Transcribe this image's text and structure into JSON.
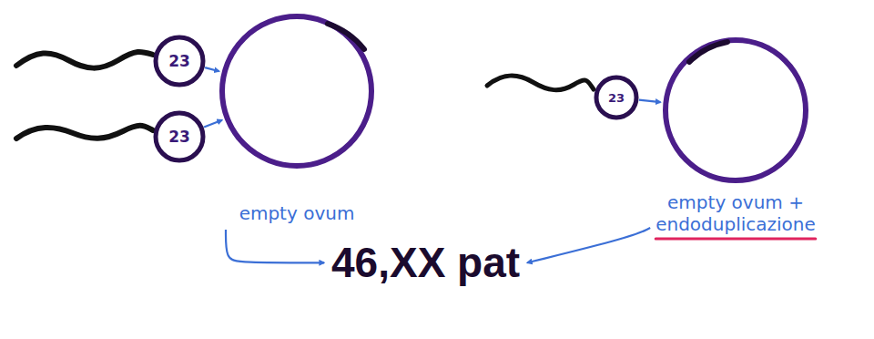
{
  "diagram": {
    "nodes": [
      {
        "text": [
          "23"
        ]
      },
      {
        "text": [
          "23"
        ]
      },
      {
        "text": [
          "empty ovum"
        ]
      },
      {
        "text": [
          "23"
        ]
      },
      {
        "text": [
          "empty ovum + endoduplicazione"
        ]
      }
    ],
    "edges": [
      {
        "from": 0,
        "to": 2,
        "arrow": "to"
      },
      {
        "from": 1,
        "to": 2,
        "arrow": "to"
      },
      {
        "from": 3,
        "to": 4,
        "arrow": "to"
      }
    ],
    "labels": [
      "46,XX pat"
    ]
  }
}
